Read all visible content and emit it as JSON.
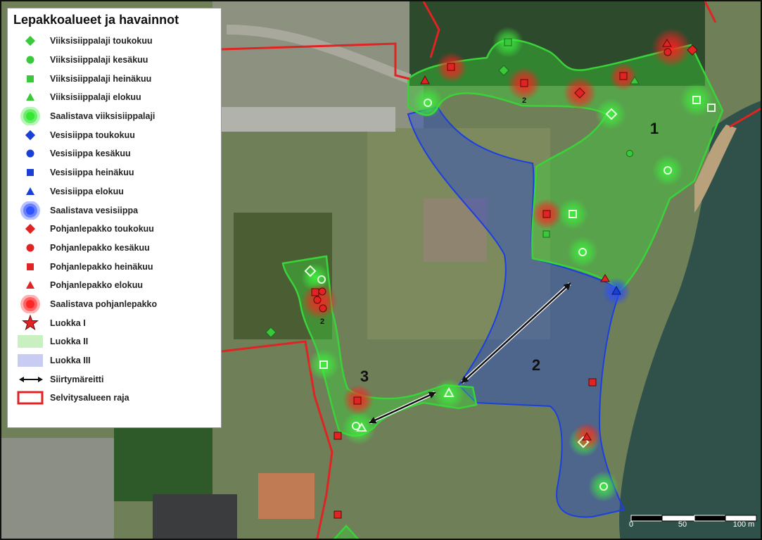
{
  "legend": {
    "title": "Lepakkoalueet ja havainnot",
    "items": [
      {
        "symbol": "diamond",
        "color": "#39c93a",
        "label": "Viiksisiippalaji toukokuu"
      },
      {
        "symbol": "circle",
        "color": "#39c93a",
        "label": "Viiksisiippalaji kesäkuu"
      },
      {
        "symbol": "square",
        "color": "#39c93a",
        "label": "Viiksisiippalaji heinäkuu"
      },
      {
        "symbol": "triangle",
        "color": "#39c93a",
        "label": "Viiksisiippalaji elokuu"
      },
      {
        "symbol": "glow",
        "color": "#2ee62e",
        "label": "Saalistava viiksisiippalaji"
      },
      {
        "symbol": "diamond",
        "color": "#1a3fd4",
        "label": "Vesisiippa toukokuu"
      },
      {
        "symbol": "circle",
        "color": "#1a3fd4",
        "label": "Vesisiippa kesäkuu"
      },
      {
        "symbol": "square",
        "color": "#1a3fd4",
        "label": "Vesisiippa heinäkuu"
      },
      {
        "symbol": "triangle",
        "color": "#1a3fd4",
        "label": "Vesisiippa elokuu"
      },
      {
        "symbol": "glow",
        "color": "#2a4cff",
        "label": "Saalistava vesisiippa"
      },
      {
        "symbol": "diamond",
        "color": "#e02323",
        "label": "Pohjanlepakko toukokuu"
      },
      {
        "symbol": "circle",
        "color": "#e02323",
        "label": "Pohjanlepakko kesäkuu"
      },
      {
        "symbol": "square",
        "color": "#e02323",
        "label": "Pohjanlepakko heinäkuu"
      },
      {
        "symbol": "triangle",
        "color": "#e02323",
        "label": "Pohjanlepakko elokuu"
      },
      {
        "symbol": "glow",
        "color": "#ff2020",
        "label": "Saalistava pohjanlepakko"
      },
      {
        "symbol": "star",
        "color": "#e02323",
        "label": "Luokka I"
      },
      {
        "symbol": "fill",
        "color": "#c8f0c0",
        "label": "Luokka II"
      },
      {
        "symbol": "fill",
        "color": "#c8ccf2",
        "label": "Luokka III"
      },
      {
        "symbol": "arrow",
        "color": "#111111",
        "label": "Siirtymäreitti"
      },
      {
        "symbol": "boundary",
        "color": "#e02323",
        "label": "Selvitysalueen raja"
      }
    ]
  },
  "map": {
    "area_labels": [
      "1",
      "2",
      "3"
    ],
    "count_labels": [
      "2",
      "2"
    ],
    "scale": {
      "labels": [
        "0",
        "50",
        "100 m"
      ]
    },
    "colors": {
      "class_ii": "#39d43a",
      "class_iii": "#1b3fe0",
      "boundary": "#e02323"
    }
  }
}
